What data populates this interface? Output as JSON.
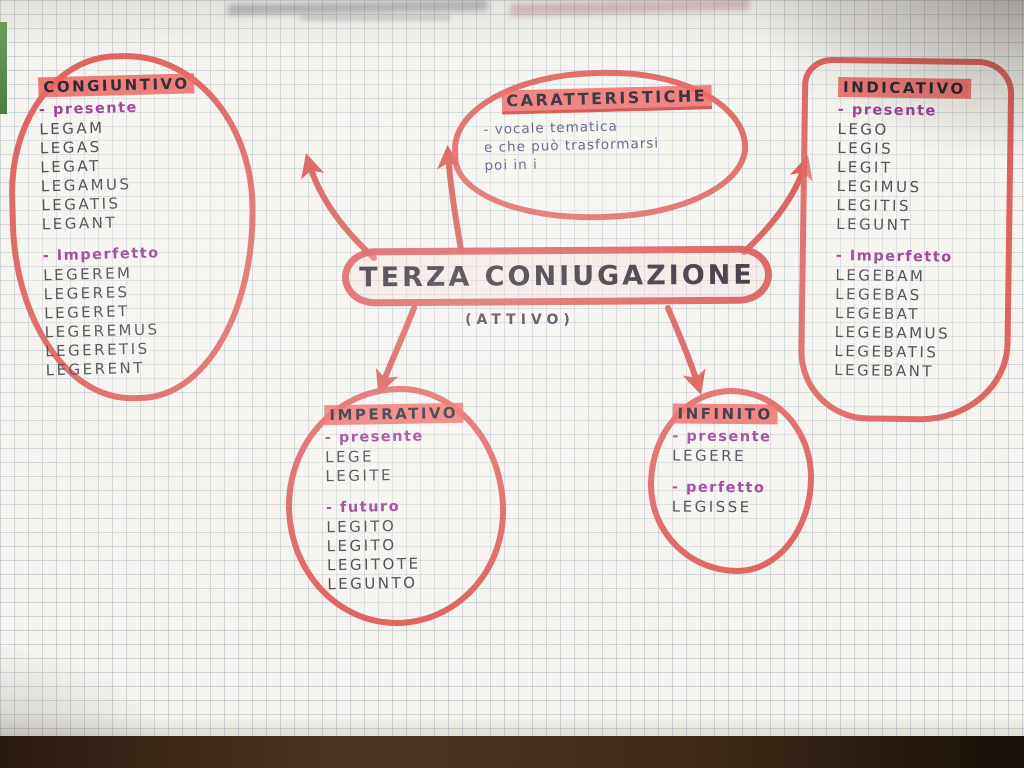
{
  "colors": {
    "marker_red": "#d4504a",
    "highlight_red": "#ec5f5a",
    "label_purple": "#9b3a93",
    "handwriting_ink": "#46434e",
    "note_ink": "#584a79",
    "paper": "#f4f3ed"
  },
  "center": {
    "title": "TERZA CONIUGAZIONE",
    "subtitle": "(ATTIVO)"
  },
  "caratteristiche": {
    "title": "CARATTERISTICHE",
    "lines": [
      "- vocale tematica",
      "e che può trasformarsi",
      "poi in i"
    ]
  },
  "congiuntivo": {
    "title": "CONGIUNTIVO",
    "sections": [
      {
        "label": "- presente",
        "items": [
          "LEGAM",
          "LEGAS",
          "LEGAT",
          "LEGAMUS",
          "LEGATIS",
          "LEGANT"
        ]
      },
      {
        "label": "- Imperfetto",
        "items": [
          "LEGEREM",
          "LEGERES",
          "LEGERET",
          "LEGEREMUS",
          "LEGERETIS",
          "LEGERENT"
        ]
      }
    ]
  },
  "indicativo": {
    "title": "INDICATIVO",
    "sections": [
      {
        "label": "- presente",
        "items": [
          "LEGO",
          "LEGIS",
          "LEGIT",
          "LEGIMUS",
          "LEGITIS",
          "LEGUNT"
        ]
      },
      {
        "label": "- Imperfetto",
        "items": [
          "LEGEBAM",
          "LEGEBAS",
          "LEGEBAT",
          "LEGEBAMUS",
          "LEGEBATIS",
          "LEGEBANT"
        ]
      }
    ]
  },
  "imperativo": {
    "title": "IMPERATIVO",
    "sections": [
      {
        "label": "- presente",
        "items": [
          "LEGE",
          "LEGITE"
        ]
      },
      {
        "label": "- futuro",
        "items": [
          "LEGITO",
          "LEGITO",
          "LEGITOTE",
          "LEGUNTO"
        ]
      }
    ]
  },
  "infinito": {
    "title": "INFINITO",
    "sections": [
      {
        "label": "- presente",
        "items": [
          "LEGERE"
        ]
      },
      {
        "label": "- perfetto",
        "items": [
          "LEGISSE"
        ]
      }
    ]
  }
}
